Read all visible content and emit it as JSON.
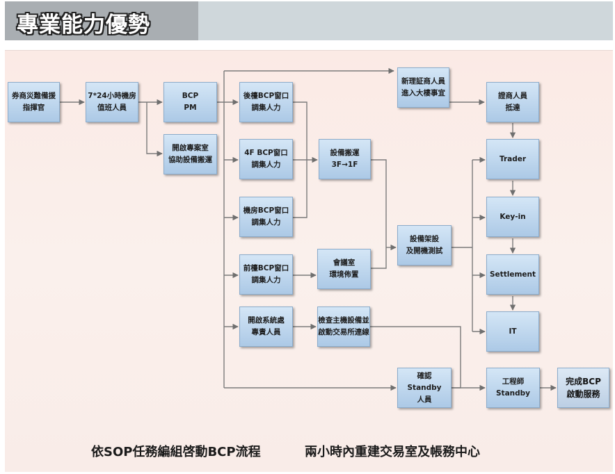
{
  "header": {
    "title": "專業能力優勢"
  },
  "boxes": {
    "b1": [
      "券商災難備援",
      "指揮官"
    ],
    "b2": [
      "7*24小時機房",
      "值班人員"
    ],
    "b3": [
      "BCP",
      "PM"
    ],
    "b4": [
      "開啟專案室",
      "協助設備搬運"
    ],
    "b5": [
      "後檯BCP窗口",
      "調集人力"
    ],
    "b6": [
      "4F BCP窗口",
      "調集人力"
    ],
    "b7": [
      "機房BCP窗口",
      "調集人力"
    ],
    "b8": [
      "前檯BCP窗口",
      "調集人力"
    ],
    "b9": [
      "開啟系統處",
      "專責人員"
    ],
    "b10": [
      "設備搬運",
      "3F→1F"
    ],
    "b11": [
      "會議室",
      "環境佈置"
    ],
    "b12": [
      "檢查主機設備並",
      "啟動交易所連線"
    ],
    "b13": [
      "新理証商人員",
      "進入大樓事宜"
    ],
    "b14": [
      "設備架設",
      "及開機測試"
    ],
    "b15": [
      "確認",
      "Standby",
      "人員"
    ],
    "b16": [
      "證商人員",
      "抵達"
    ],
    "b17": [
      "Trader"
    ],
    "b18": [
      "Key-in"
    ],
    "b19": [
      "Settlement"
    ],
    "b20": [
      "IT"
    ],
    "b21": [
      "工程師",
      "Standby"
    ],
    "b22": [
      "完成BCP",
      "啟動服務"
    ]
  },
  "captions": {
    "left": "依SOP任務編組啓動BCP流程",
    "right": "兩小時內重建交易室及帳務中心"
  }
}
